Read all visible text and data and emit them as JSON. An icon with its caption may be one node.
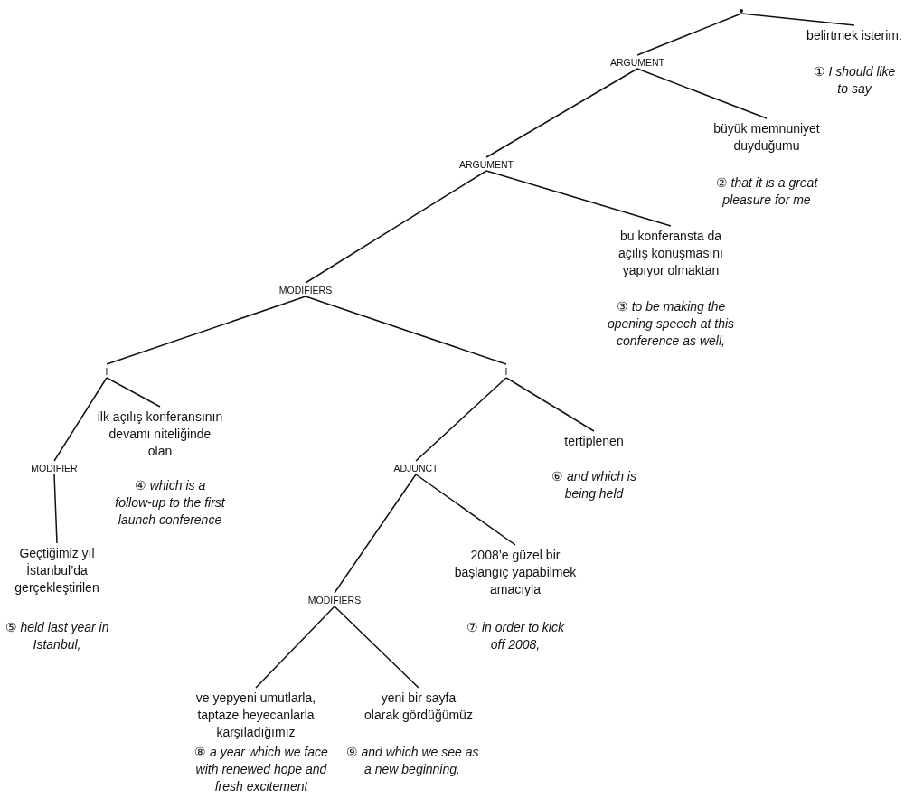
{
  "diagram": {
    "nodes": [
      {
        "text": [],
        "shape": "point"
      },
      {
        "text": [
          "belirtmek isterim."
        ],
        "beside": [
          "① *I should like to say*"
        ]
      },
      {
        "text": [
          "ARGUMENT"
        ]
      },
      {
        "text": [
          "büyük memnuniyet duyduğumu"
        ],
        "beside": [
          "② *that it is a great pleasure for me*"
        ]
      },
      {
        "text": [
          "ARGUMENT"
        ]
      },
      {
        "text": [
          "bu konferansta da açılış konuşmasını yapıyor olmaktan"
        ],
        "beside": [
          "③ *to be making the opening speech at this conference as well,*"
        ]
      },
      {
        "text": [
          "MODIFIERS"
        ]
      },
      {
        "text": [
          "I"
        ]
      },
      {
        "text": [
          "ilk açılış konferansının devamı niteliğinde olan"
        ],
        "beside": [
          "④ *which is a follow-up to the first launch conference*"
        ]
      },
      {
        "text": [
          "MODIFIER"
        ]
      },
      {
        "text": [
          "Geçtiğimiz yıl İstanbul’da gerçekleştirilen"
        ],
        "beside": [
          "⑤ *held last year in Istanbul,*"
        ]
      },
      {
        "text": [
          "I"
        ]
      },
      {
        "text": [
          "ADJUNCT"
        ]
      },
      {
        "text": [
          "tertiplenen"
        ],
        "beside": [
          "⑥ *and which is being held*"
        ]
      },
      {
        "text": [
          "2008’e güzel bir başlangıç yapabilmek amacıyla"
        ],
        "beside": [
          "⑦ *in order to kick off 2008,*"
        ]
      },
      {
        "text": [
          "MODIFIERS"
        ]
      },
      {
        "text": [
          "ve yepyeni umutlarla, taptaze heyecanlarla karşıladığımız"
        ],
        "beside": [
          "⑧ *a year which we face with renewed hope and fresh excitement*"
        ]
      },
      {
        "text": [
          "yeni bir sayfa olarak gördüğümüz"
        ],
        "beside": [
          "⑨ *and which we see as a new beginning.*"
        ]
      }
    ],
    "edges": [
      {
        "from": 0,
        "to": 2,
        "arrow": "none"
      },
      {
        "from": 0,
        "to": 1,
        "arrow": "none"
      },
      {
        "from": 2,
        "to": 4,
        "arrow": "none"
      },
      {
        "from": 2,
        "to": 3,
        "arrow": "none"
      },
      {
        "from": 4,
        "to": 6,
        "arrow": "none"
      },
      {
        "from": 4,
        "to": 5,
        "arrow": "none"
      },
      {
        "from": 6,
        "to": 7,
        "arrow": "none"
      },
      {
        "from": 6,
        "to": 11,
        "arrow": "none"
      },
      {
        "from": 7,
        "to": 9,
        "arrow": "none"
      },
      {
        "from": 7,
        "to": 8,
        "arrow": "none"
      },
      {
        "from": 9,
        "to": 10,
        "arrow": "none"
      },
      {
        "from": 11,
        "to": 12,
        "arrow": "none"
      },
      {
        "from": 11,
        "to": 13,
        "arrow": "none"
      },
      {
        "from": 12,
        "to": 15,
        "arrow": "none"
      },
      {
        "from": 12,
        "to": 14,
        "arrow": "none"
      },
      {
        "from": 15,
        "to": 16,
        "arrow": "none"
      },
      {
        "from": 15,
        "to": 17,
        "arrow": "none"
      }
    ]
  }
}
